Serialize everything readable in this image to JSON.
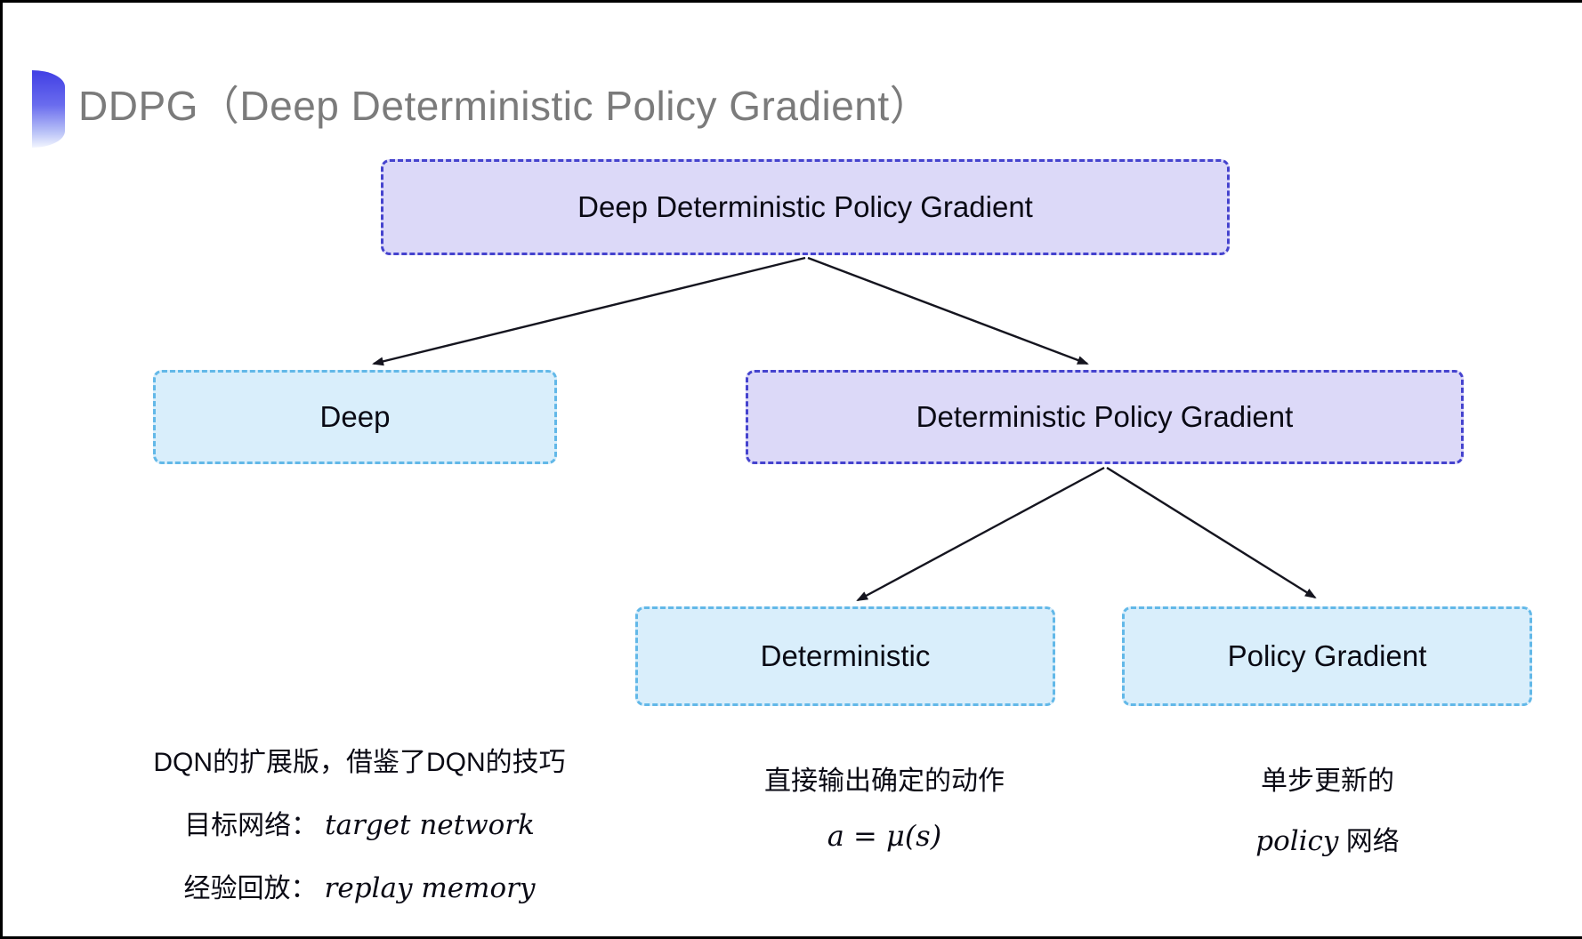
{
  "slide": {
    "title": "DDPG（Deep Deterministic Policy Gradient）",
    "title_color": "#7b7b7b",
    "bullet_color_top": "#403ee4",
    "bullet_color_bottom": "#f2f5fe"
  },
  "colors": {
    "purple_node_fill": "#dcd9f8",
    "purple_node_border": "#4543ce",
    "blue_node_fill": "#d9eefb",
    "blue_node_border": "#62b8e8",
    "arrow": "#15151f",
    "node_text": "#0a0a14",
    "frame_edge": "#000000"
  },
  "nodes": {
    "root": {
      "label": "Deep Deterministic Policy Gradient"
    },
    "deep": {
      "label": "Deep"
    },
    "dpg": {
      "label": "Deterministic Policy Gradient"
    },
    "deterministic": {
      "label": "Deterministic"
    },
    "policy_gradient": {
      "label": "Policy Gradient"
    }
  },
  "edges": [
    {
      "from": "root",
      "to": "deep"
    },
    {
      "from": "root",
      "to": "dpg"
    },
    {
      "from": "dpg",
      "to": "deterministic"
    },
    {
      "from": "dpg",
      "to": "policy_gradient"
    }
  ],
  "notes": {
    "deep": {
      "line1": "DQN的扩展版，借鉴了DQN的技巧",
      "line2_label": "目标网络：",
      "line2_term": "target network",
      "line3_label": "经验回放：",
      "line3_term": "replay memory"
    },
    "deterministic": {
      "line1": "直接输出确定的动作",
      "formula": "a = μ(s)"
    },
    "policy_gradient": {
      "line1": "单步更新的",
      "line2_term": "policy",
      "line2_label": " 网络"
    }
  }
}
